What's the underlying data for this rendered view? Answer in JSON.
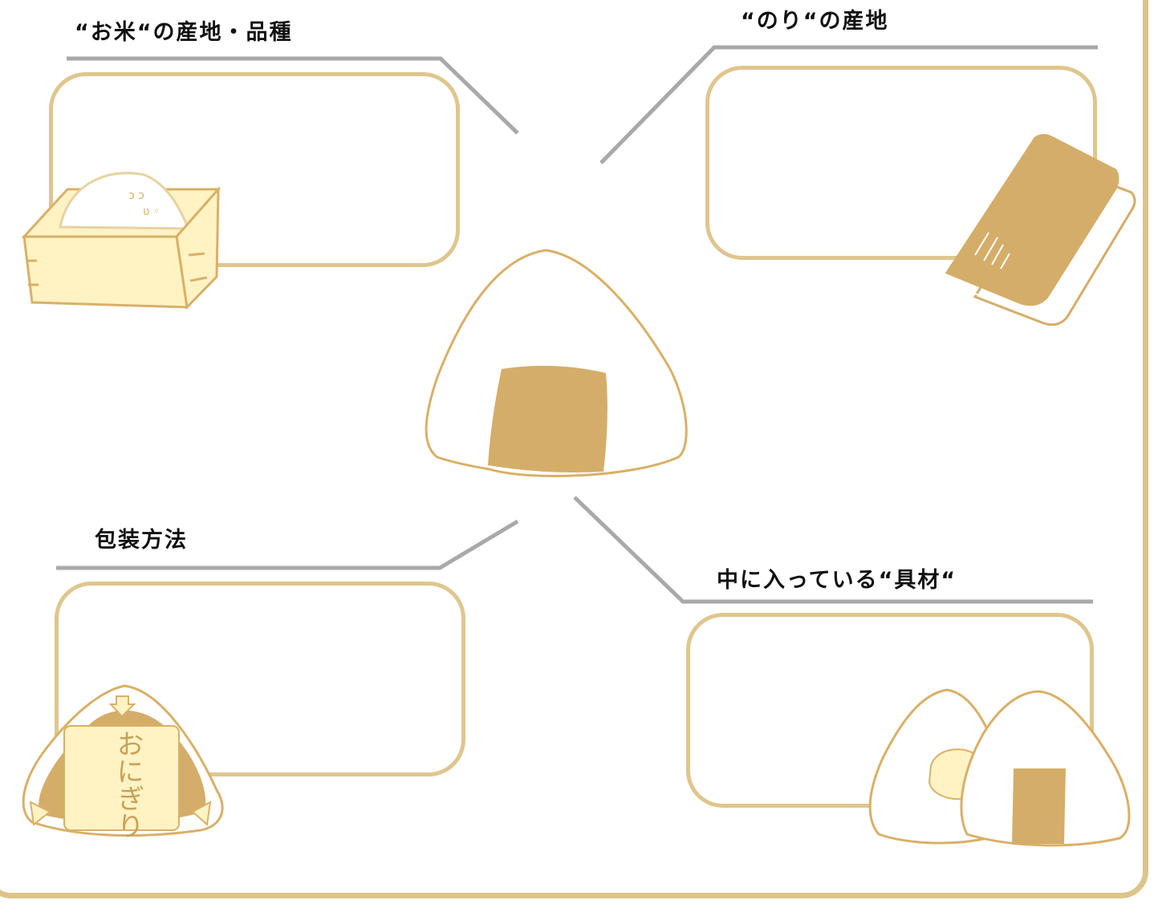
{
  "sections": {
    "rice": {
      "heading": "“お米“の産地・品種"
    },
    "nori": {
      "heading": "“のり“の産地"
    },
    "packaging": {
      "heading": "包装方法"
    },
    "filling": {
      "heading": "中に入っている“具材“"
    }
  },
  "illustrations": {
    "rice_box": {
      "icon": "rice-measuring-box-icon"
    },
    "nori_sheets": {
      "icon": "nori-sheets-icon"
    },
    "center_onigiri": {
      "icon": "onigiri-icon"
    },
    "packaged_onigiri": {
      "icon": "packaged-onigiri-icon",
      "label": "おにぎり"
    },
    "split_onigiri": {
      "icon": "onigiri-with-filling-icon"
    }
  },
  "colors": {
    "frame": "#ddc48b",
    "box_border": "#dfc68e",
    "connector": "#a9a9a9",
    "nori": "#d4ad69",
    "rice_box_fill": "#fff3c4",
    "outline": "#d9b068"
  }
}
